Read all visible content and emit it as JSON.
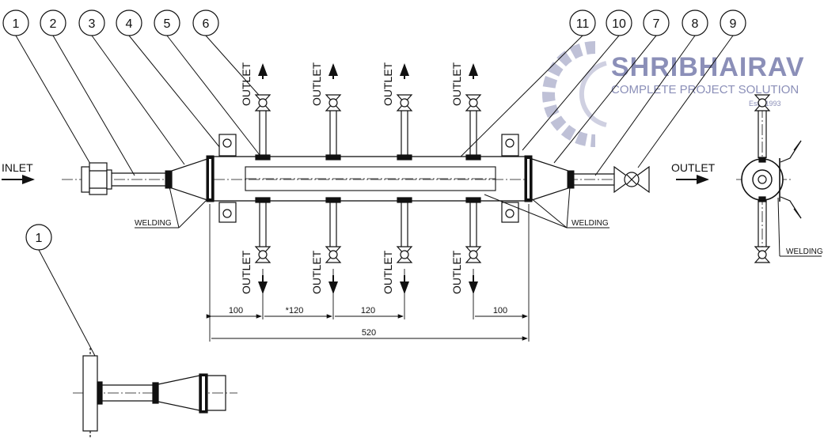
{
  "balloons": {
    "b1": "1",
    "b2": "2",
    "b3": "3",
    "b4": "4",
    "b5": "5",
    "b6": "6",
    "b11": "11",
    "b10": "10",
    "b7": "7",
    "b8": "8",
    "b9": "9",
    "detail": "1"
  },
  "labels": {
    "inlet": "INLET",
    "outlet_right": "OUTLET",
    "outlet_vertical": "OUTLET",
    "welding": "WELDING"
  },
  "dimensions": {
    "d1": "100",
    "d2": "*120",
    "d3": "120",
    "d4": "100",
    "total": "520"
  },
  "watermark": {
    "brand": "SHRIBHAIRAV",
    "tagline": "COMPLETE PROJECT SOLUTION",
    "est": "Est.: 1993"
  },
  "colors": {
    "line": "#111111",
    "watermark": "#8b8fb8"
  }
}
